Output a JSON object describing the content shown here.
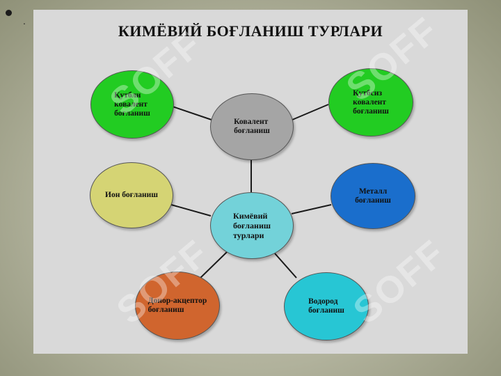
{
  "bullet": {
    "marker": "•",
    "text": "."
  },
  "slide": {
    "title": "КИМЁВИЙ БОҒЛАНИШ ТУРЛАРИ"
  },
  "nodes": {
    "center": "Кимёвий\nбоғланиш\nтурлари",
    "covalent": "Ковалент\nбоғланиш",
    "polar_covalent": "Қутбли\nковалент\nбоғланиш",
    "nonpolar_covalent": "Қутбсиз\nковалент\nбоғланиш",
    "ionic": "Ион боғланиш",
    "metallic": "Металл\nбоғланиш",
    "donor_acceptor": "Донор-акцептор\nбоғланиш",
    "hydrogen": "Водород\nбоғланиш"
  },
  "watermark": "SOFF",
  "colors": {
    "center": "#73d2d9",
    "covalent": "#a5a5a5",
    "covalent_types": "#22cc22",
    "ionic": "#d5d474",
    "metallic": "#1a6ecc",
    "donor_acceptor": "#d0652e",
    "hydrogen": "#27c6d4"
  }
}
